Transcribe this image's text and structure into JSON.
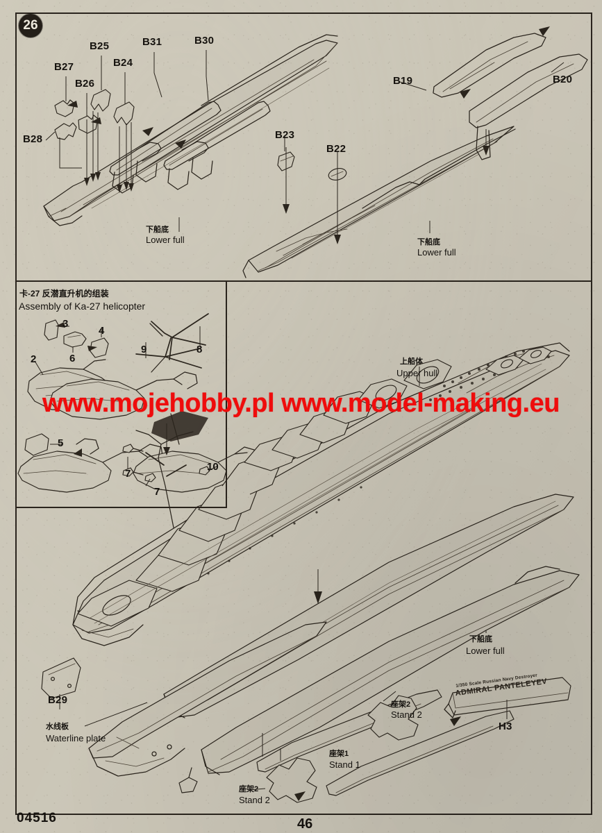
{
  "document": {
    "kit_number": "04516",
    "page_number": "46",
    "step_number": "26",
    "watermark": "www.mojehobby.pl www.model-making.eu"
  },
  "step26": {
    "part_labels": [
      "B27",
      "B26",
      "B25",
      "B24",
      "B31",
      "B30",
      "B28",
      "B23",
      "B22",
      "B19",
      "B20"
    ],
    "hull_label_left": {
      "cn": "下船底",
      "en": "Lower full"
    },
    "hull_label_right": {
      "cn": "下船底",
      "en": "Lower full"
    }
  },
  "helicopter_panel": {
    "title_cn": "卡-27  反潜直升机的组装",
    "title_en": "Assembly of Ka-27 helicopter",
    "part_numbers": [
      "3",
      "4",
      "6",
      "2",
      "9",
      "8",
      "5",
      "7",
      "7",
      "10"
    ]
  },
  "main_assembly": {
    "upper_hull": {
      "cn": "上船体",
      "en": "Upper hull"
    },
    "lower_hull": {
      "cn": "下船底",
      "en": "Lower full"
    },
    "waterline_plate": {
      "cn": "水线板",
      "en": "Waterline plate"
    },
    "stand1": {
      "cn": "座架1",
      "en": "Stand 1"
    },
    "stand2_top": {
      "cn": "座架2",
      "en": "Stand 2"
    },
    "stand2_bottom": {
      "cn": "座架2",
      "en": "Stand 2"
    },
    "part_b29": "B29",
    "part_h3": "H3",
    "nameplate": {
      "line1": "1/350 Scale Russian Navy Destroyer",
      "line2": "ADMIRAL PANTELEYEV"
    }
  },
  "colors": {
    "paper": "#cfcabb",
    "ink": "#2b251d",
    "watermark_red": "#ef0c0c",
    "badge_fill": "#241f19"
  }
}
